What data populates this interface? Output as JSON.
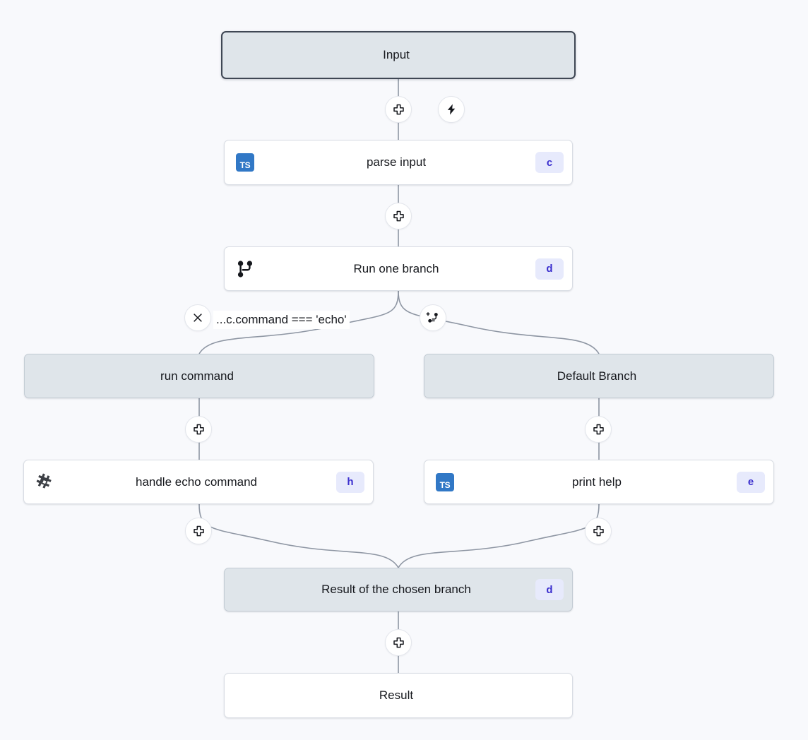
{
  "canvas": {
    "background": "#f8f9fc",
    "accent_badge_bg": "#e7eafc",
    "accent_badge_fg": "#3b2fce",
    "io_node_bg": "#dfe5ea",
    "step_node_bg": "#ffffff",
    "edge_color": "#8e96a3",
    "ts_icon_bg": "#3178c6"
  },
  "nodes": {
    "input": {
      "label": "Input",
      "kind": "io",
      "selected": true
    },
    "parse_input": {
      "label": "parse input",
      "kind": "step",
      "icon": "typescript-icon",
      "icon_text": "TS",
      "badge": "c"
    },
    "run_one_branch": {
      "label": "Run one branch",
      "kind": "step",
      "icon": "git-branch-icon",
      "badge": "d"
    },
    "run_command": {
      "label": "run command",
      "kind": "io"
    },
    "default_branch": {
      "label": "Default Branch",
      "kind": "io"
    },
    "handle_echo": {
      "label": "handle echo command",
      "kind": "step",
      "icon": "puzzle-hash-icon",
      "badge": "h"
    },
    "print_help": {
      "label": "print help",
      "kind": "step",
      "icon": "typescript-icon",
      "icon_text": "TS",
      "badge": "e"
    },
    "branch_result": {
      "label": "Result of the chosen branch",
      "kind": "io",
      "badge": "d"
    },
    "result": {
      "label": "Result",
      "kind": "step"
    }
  },
  "branch": {
    "condition_label": "...c.command === 'echo'",
    "delete_branch_icon": "close-icon",
    "add_branch_icon": "add-branch-icon"
  },
  "buttons": {
    "insert_after_input": "plus-icon",
    "trigger": "lightning-bolt-icon",
    "insert_after_parse": "plus-icon",
    "insert_left_branch": "plus-icon",
    "insert_right_branch": "plus-icon",
    "insert_after_handle_echo": "plus-icon",
    "insert_after_print_help": "plus-icon",
    "insert_after_branch_result": "plus-icon"
  }
}
